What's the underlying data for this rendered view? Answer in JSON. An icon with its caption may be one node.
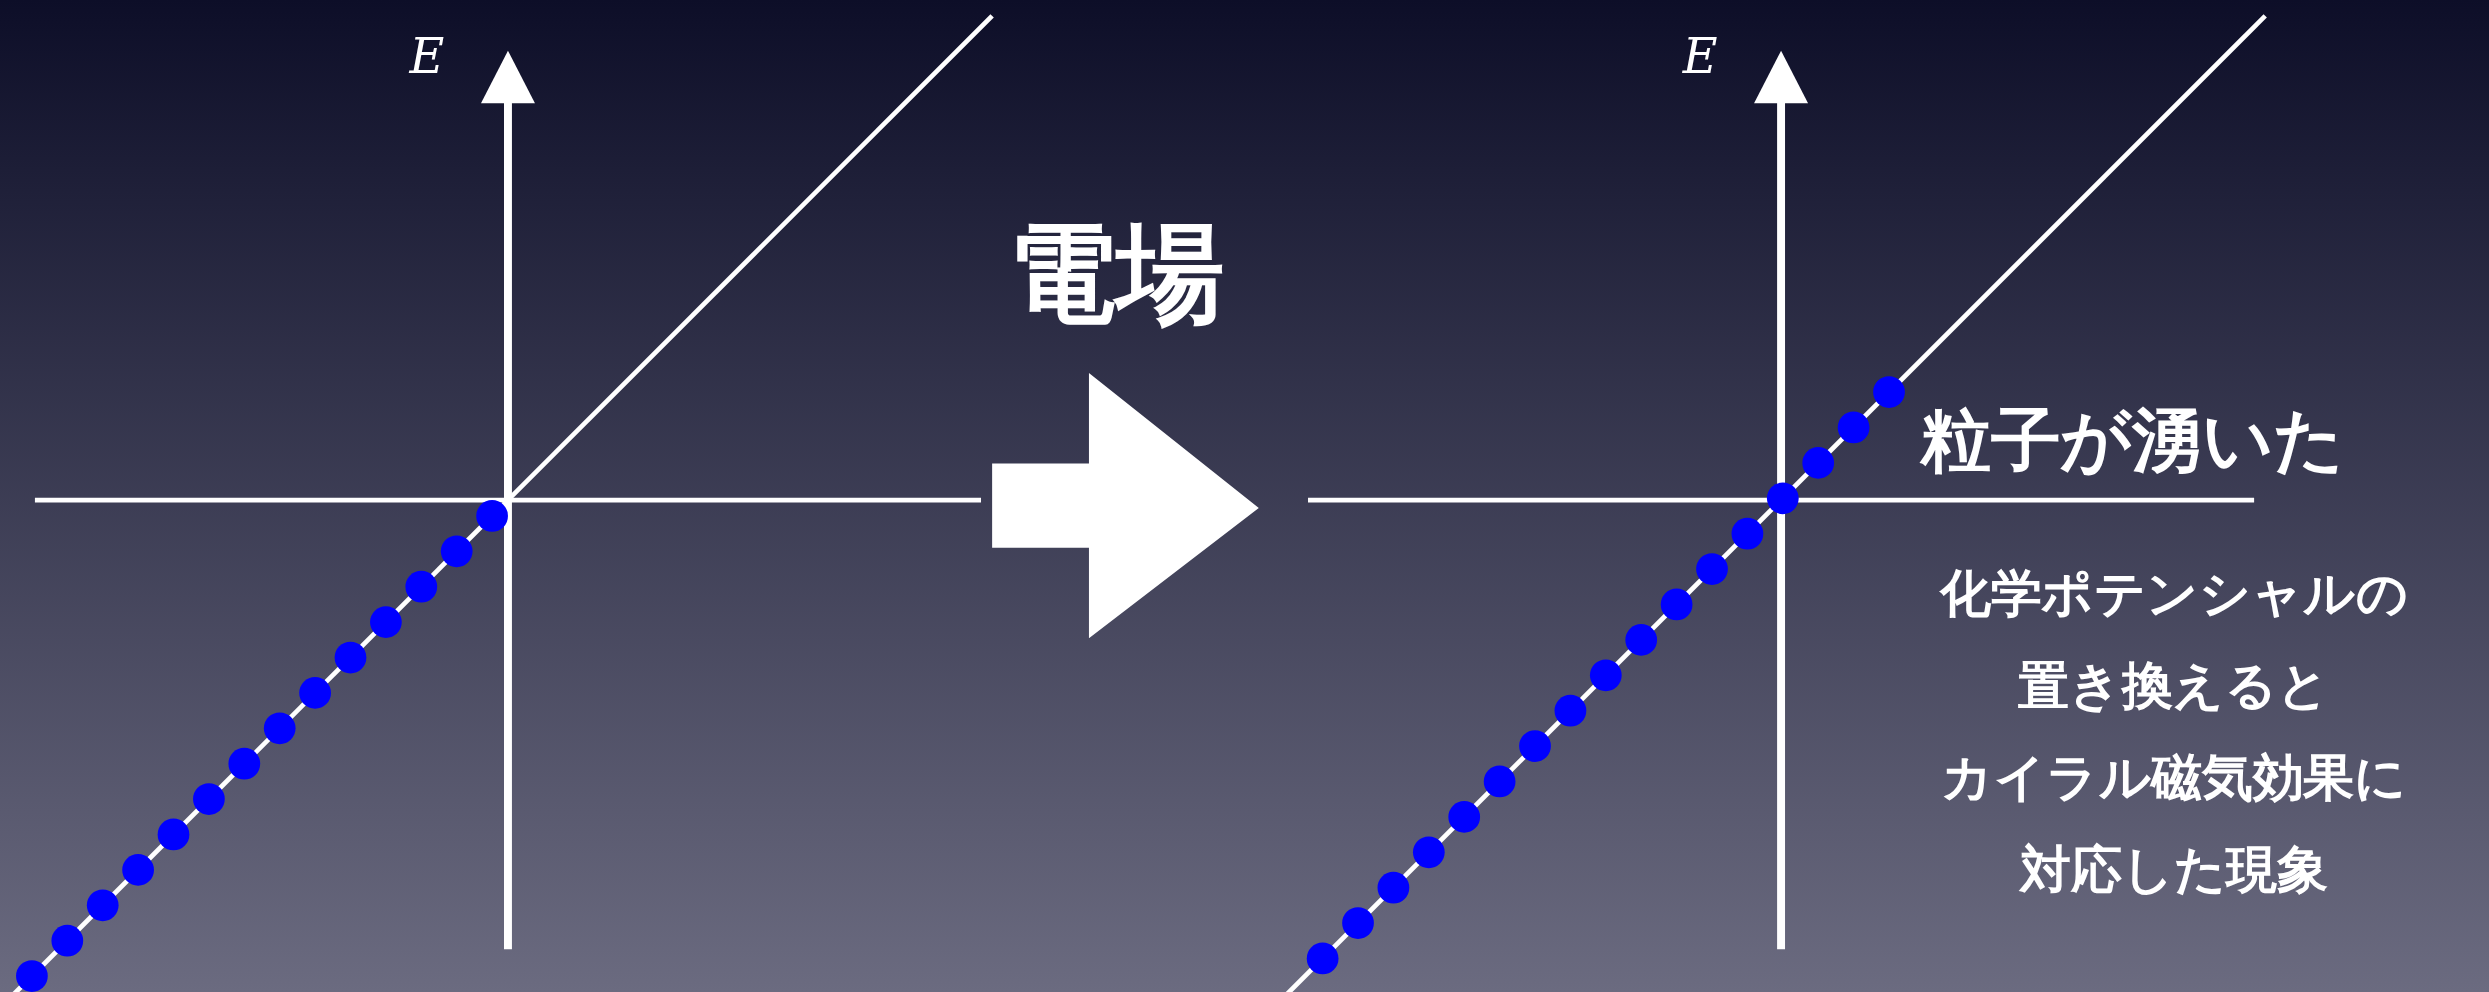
{
  "diagram": {
    "labels": [
      "E",
      "E",
      "電場",
      "粒子が湧いた",
      "化学ポテンシャルの置き換えるとカイラル磁気効果に対応した現象"
    ]
  }
}
